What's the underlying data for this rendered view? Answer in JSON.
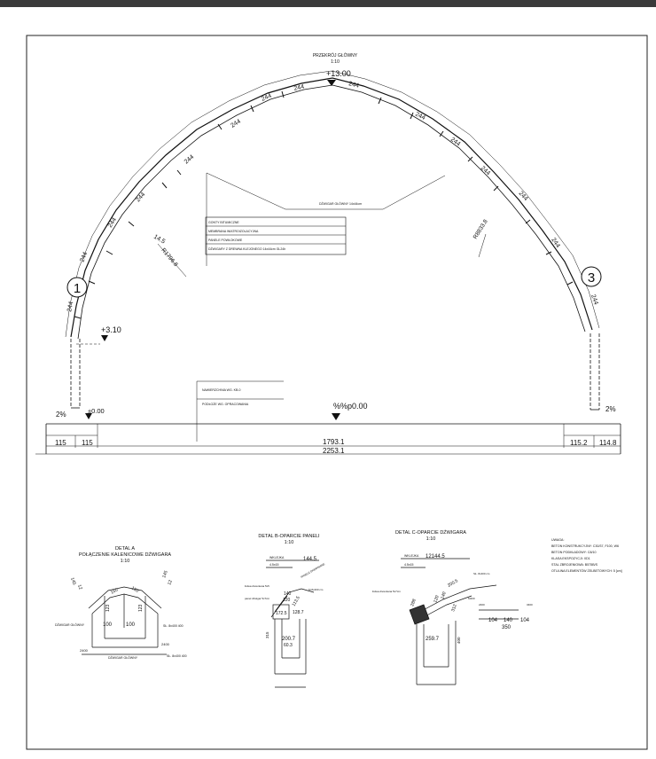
{
  "main_section": {
    "title": "PRZEKRÓJ GŁÓWNY",
    "scale": "1:10",
    "top_level": "+13.00",
    "eave_level": "+3.10",
    "base_level": "±0.00",
    "floor_level": "%%p0.00",
    "axis_left": "1",
    "axis_right": "3",
    "segment_length": "244",
    "radius_left": "R1796.8",
    "radius_right": "R8833.8",
    "dim_14_5": "14.5",
    "slope_left": "2%",
    "slope_right": "2%",
    "beam_label": "DŹWIGAR GŁÓWNY 14x44cm",
    "dims_bottom": {
      "left_a": "115",
      "left_b": "115",
      "inner": "1793.1",
      "right_a": "115.2",
      "right_b": "114.8",
      "total": "2253.1"
    },
    "layers_legend": [
      "GONTY BITUMICZNE",
      "MEMBRANA WIATROIZOLACYJNA",
      "PANELE POWŁOKOWE",
      "DŹWIGARY Z DREWNA KLEJONEGO 14x44cm GL24h"
    ],
    "floor_legend": [
      "NAWIERZCHNIA WG. KB-0",
      "PODŁOŻE WG. OPRACOWANIA"
    ]
  },
  "detail_a": {
    "title": "DETAL A",
    "subtitle": "POŁĄCZENIE KALENICOWE DŹWIGARA",
    "scale": "1:10",
    "beam_left": "DŹWIGAR GŁÓWNY",
    "beam_bottom": "DŹWIGAR GŁÓWNY",
    "bolt_top": "SŁ. 8x400\n400",
    "bolt_bottom": "SŁ. 8x400\n400",
    "dims": [
      "12",
      "145",
      "145",
      "12",
      "123",
      "123",
      "100",
      "100",
      "150",
      "150",
      "2400",
      "2400"
    ]
  },
  "detail_b": {
    "title": "DETAL B-OPARCIE PANELI",
    "scale": "1:10",
    "labels": [
      "WKLEJKA",
      "4.5x15",
      "listwa drewniana 5x5",
      "panel dźwigar 5x7cm",
      "M 8x400 cm",
      "PANELE DREWNIANE"
    ],
    "dims": [
      "144.5",
      "140",
      "120",
      "172.5",
      "113.5",
      "128.7",
      "200.7",
      "60.3",
      "315"
    ]
  },
  "detail_c": {
    "title": "DETAL C-OPARCIE DŹWIGARA",
    "scale": "1:10",
    "labels": [
      "WKLEJKA",
      "4.5x15",
      "listwa drewniana 5x7cm",
      "SŁ. 8x400 cm",
      "M400",
      "2400",
      "3400"
    ],
    "dims": [
      "12144.5",
      "200.5",
      "288",
      "312",
      "120",
      "140",
      "259.7",
      "104",
      "140",
      "104",
      "350",
      "400"
    ]
  },
  "notes": [
    "UWAGA:",
    "BETON KONSTRUKCYJNY: C30/37, F100, W6",
    "BETON PODKŁADOWY: C8/10",
    "KLASA EKSPOZYCJI: XD1",
    "STAL ZBROJENIOWA: B575B/S",
    "OTULINA ELEMENTÓW ŻELBETOWYCH: 5 [cm]"
  ]
}
